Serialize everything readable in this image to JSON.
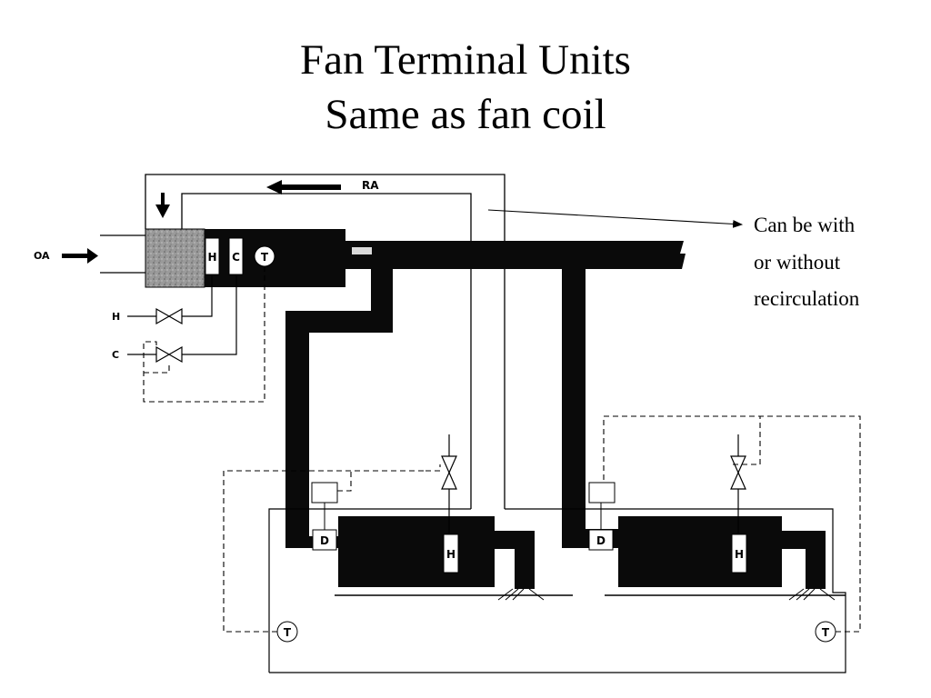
{
  "title": {
    "line1": "Fan Terminal Units",
    "line2": "Same as fan coil"
  },
  "annotation": {
    "line1": "Can be with",
    "line2": "or without",
    "line3": "recirculation"
  },
  "labels": {
    "return_air": "RA",
    "outside_air": "OA",
    "heating_coil": "H",
    "cooling_coil": "C",
    "thermostat": "T",
    "heating_line": "H",
    "cooling_line": "C",
    "damper": "D"
  },
  "colors": {
    "duct_fill": "#0a0a0a",
    "filter_fill": "#9a9a9a",
    "line": "#000000",
    "background": "#ffffff"
  }
}
